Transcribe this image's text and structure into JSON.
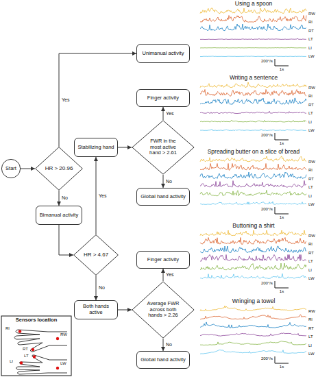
{
  "diagram": {
    "nodes": [
      {
        "text": [
          "Start"
        ]
      },
      {
        "text": [
          "HR > 20.96"
        ]
      },
      {
        "text": [
          "Unimanual activity"
        ]
      },
      {
        "text": [
          "Bimanual activity"
        ]
      },
      {
        "text": [
          "HR > 4.67"
        ]
      },
      {
        "text": [
          "Stabilizing hand"
        ]
      },
      {
        "text": [
          "FWR in the most active hand > 2.61"
        ]
      },
      {
        "text": [
          "Finger activity"
        ]
      },
      {
        "text": [
          "Global hand activity"
        ]
      },
      {
        "text": [
          "Both hands active"
        ]
      },
      {
        "text": [
          "Average FWR across both hands > 2.26"
        ]
      },
      {
        "text": [
          "Finger activity"
        ]
      },
      {
        "text": [
          "Global hand activity"
        ]
      }
    ],
    "edges": [
      {
        "from": 0,
        "to": 1,
        "arrow": "to"
      },
      {
        "from": 1,
        "to": 2,
        "label": "Yes",
        "arrow": "to"
      },
      {
        "from": 1,
        "to": 3,
        "label": "No",
        "arrow": "to"
      },
      {
        "from": 3,
        "to": 4,
        "arrow": "to"
      },
      {
        "from": 4,
        "to": 5,
        "label": "Yes",
        "arrow": "to"
      },
      {
        "from": 5,
        "to": 6,
        "arrow": "to"
      },
      {
        "from": 6,
        "to": 7,
        "label": "Yes",
        "arrow": "to"
      },
      {
        "from": 6,
        "to": 8,
        "label": "No",
        "arrow": "to"
      },
      {
        "from": 4,
        "to": 9,
        "label": "No",
        "arrow": "to"
      },
      {
        "from": 9,
        "to": 10,
        "arrow": "to"
      },
      {
        "from": 10,
        "to": 11,
        "label": "Yes",
        "arrow": "to"
      },
      {
        "from": 10,
        "to": 12,
        "label": "No",
        "arrow": "to"
      }
    ],
    "labels": [
      "Using a spoon",
      "RW",
      "RI",
      "RT",
      "LT",
      "LI",
      "LW",
      "200°/s",
      "1s",
      "Writing a sentence",
      "RW",
      "RI",
      "RT",
      "LT",
      "LI",
      "LW",
      "200°/s",
      "1s",
      "Spreading butter on a slice of bread",
      "RW",
      "RI",
      "RT",
      "LT",
      "LI",
      "LW",
      "200°/s",
      "1s",
      "Buttoning a shirt",
      "RW",
      "RI",
      "RT",
      "LT",
      "LI",
      "LW",
      "200°/s",
      "1s",
      "Wringing a towel",
      "RW",
      "RI",
      "RT",
      "LT",
      "LI",
      "LW",
      "200°/s",
      "1s",
      "Sensors location",
      "RW",
      "RI",
      "RT",
      "LT",
      "LI",
      "LW"
    ]
  }
}
